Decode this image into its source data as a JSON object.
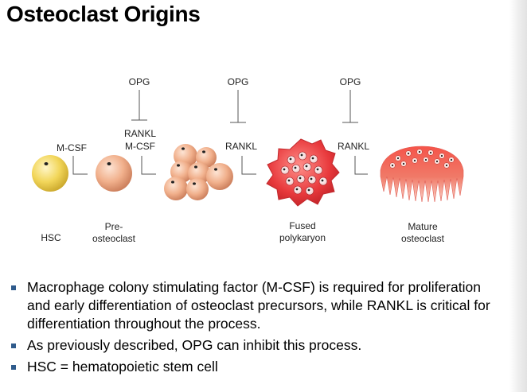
{
  "title": "Osteoclast Origins",
  "diagram": {
    "opg_labels": [
      "OPG",
      "OPG",
      "OPG"
    ],
    "factor_mcsf": "M-CSF",
    "factor_rankl_mcsf_1": "RANKL",
    "factor_rankl_mcsf_2": "M-CSF",
    "factor_rankl_a": "RANKL",
    "factor_rankl_b": "RANKL",
    "stage_hsc": "HSC",
    "stage_pre_1": "Pre-",
    "stage_pre_2": "osteoclast",
    "stage_fused_1": "Fused",
    "stage_fused_2": "polykaryon",
    "stage_mature_1": "Mature",
    "stage_mature_2": "osteoclast",
    "colors": {
      "hsc": "#f2d65a",
      "precursor": "#f1b08c",
      "polykaryon": "#e8393c",
      "mature": "#f07060",
      "bullet": "#2f5b8c"
    }
  },
  "bullets": [
    "Macrophage colony stimulating factor (M-CSF) is required for proliferation and early differentiation of osteoclast precursors, while RANKL is critical for differentiation throughout the process.",
    "As previously described, OPG can inhibit this process.",
    "HSC = hematopoietic stem cell"
  ]
}
